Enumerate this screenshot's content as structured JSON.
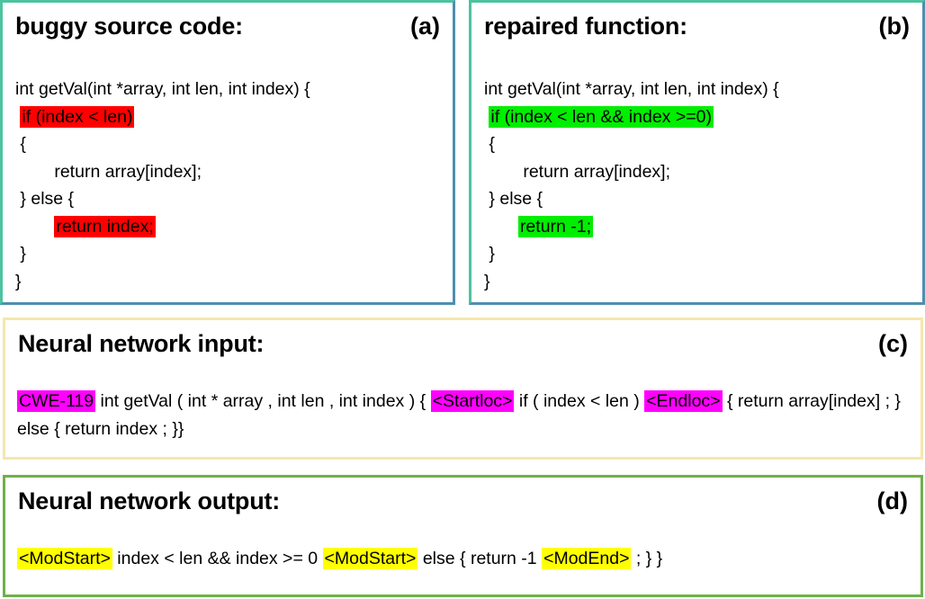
{
  "figure": {
    "colors": {
      "panel_border_mint": "#4cc3a0",
      "panel_border_steel": "#4e8fb0",
      "panel_border_cream": "#f5e7ad",
      "panel_border_green": "#6fb04a",
      "highlight_red": "#ff0000",
      "highlight_green": "#00ee00",
      "highlight_magenta": "#ff00ff",
      "highlight_yellow": "#ffff00",
      "background": "#ffffff",
      "text": "#000000"
    }
  },
  "panel_a": {
    "title": "buggy source code:",
    "tag": "(a)",
    "code_lines": [
      {
        "segments": [
          {
            "text": "int getVal(int *array, int len, int index) {",
            "highlight": "none"
          }
        ]
      },
      {
        "segments": [
          {
            "text": " ",
            "highlight": "none"
          },
          {
            "text": "if (index < len)",
            "highlight": "red"
          }
        ]
      },
      {
        "segments": [
          {
            "text": " {",
            "highlight": "none"
          }
        ]
      },
      {
        "segments": [
          {
            "text": "        return array[index];",
            "highlight": "none"
          }
        ]
      },
      {
        "segments": [
          {
            "text": " } else {",
            "highlight": "none"
          }
        ]
      },
      {
        "segments": [
          {
            "text": "        ",
            "highlight": "none"
          },
          {
            "text": "return index;",
            "highlight": "red"
          }
        ]
      },
      {
        "segments": [
          {
            "text": " }",
            "highlight": "none"
          }
        ]
      },
      {
        "segments": [
          {
            "text": "}",
            "highlight": "none"
          }
        ]
      }
    ]
  },
  "panel_b": {
    "title": "repaired function:",
    "tag": "(b)",
    "code_lines": [
      {
        "segments": [
          {
            "text": "int getVal(int *array, int len, int index) {",
            "highlight": "none"
          }
        ]
      },
      {
        "segments": [
          {
            "text": " ",
            "highlight": "none"
          },
          {
            "text": "if (index < len && index >=0)",
            "highlight": "green"
          }
        ]
      },
      {
        "segments": [
          {
            "text": " {",
            "highlight": "none"
          }
        ]
      },
      {
        "segments": [
          {
            "text": "        return array[index];",
            "highlight": "none"
          }
        ]
      },
      {
        "segments": [
          {
            "text": " } else {",
            "highlight": "none"
          }
        ]
      },
      {
        "segments": [
          {
            "text": "       ",
            "highlight": "none"
          },
          {
            "text": "return -1;",
            "highlight": "green"
          }
        ]
      },
      {
        "segments": [
          {
            "text": " }",
            "highlight": "none"
          }
        ]
      },
      {
        "segments": [
          {
            "text": "}",
            "highlight": "none"
          }
        ]
      }
    ]
  },
  "panel_c": {
    "title": "Neural network input:",
    "tag": "(c)",
    "tokens": [
      {
        "text": "CWE-119",
        "highlight": "magenta"
      },
      {
        "text": " int getVal ( int * array , int len , int index ) { ",
        "highlight": "none"
      },
      {
        "text": "<Startloc>",
        "highlight": "magenta"
      },
      {
        "text": " if ( index < len ) ",
        "highlight": "none"
      },
      {
        "text": "<Endloc>",
        "highlight": "magenta"
      },
      {
        "text": " { return array[index] ; } else { return index ; }}",
        "highlight": "none"
      }
    ]
  },
  "panel_d": {
    "title": "Neural network output:",
    "tag": "(d)",
    "tokens": [
      {
        "text": "<ModStart>",
        "highlight": "yellow"
      },
      {
        "text": " index < len && index >= 0 ",
        "highlight": "none"
      },
      {
        "text": "<ModStart>",
        "highlight": "yellow"
      },
      {
        "text": " else { return -1 ",
        "highlight": "none"
      },
      {
        "text": "<ModEnd>",
        "highlight": "yellow"
      },
      {
        "text": " ; } }",
        "highlight": "none"
      }
    ]
  }
}
